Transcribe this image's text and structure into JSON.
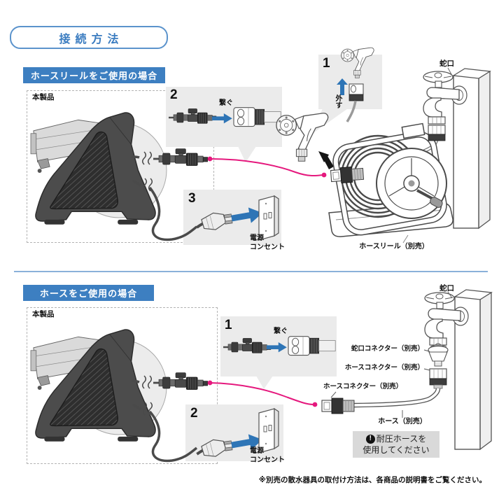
{
  "title": "接続方法",
  "footnote": "※別売の散水器具の取付け方法は、各商品の説明書をご覧ください。",
  "colors": {
    "accent_blue": "#3d7fc1",
    "arrow_blue": "#2e75b6",
    "line_pink": "#e5187d",
    "step_panel_gray": "#ebebeb",
    "warning_gray": "#d9d9d9"
  },
  "section_reel": {
    "heading": "ホースリールをご使用の場合",
    "product_label": "本製品",
    "step_detach": {
      "number": "1",
      "action": "外す"
    },
    "step_connect": {
      "number": "2",
      "action": "繋ぐ"
    },
    "step_power": {
      "number": "3"
    },
    "power_outlet_label": "電源\nコンセント",
    "faucet_label": "蛇口",
    "hose_reel_label": "ホースリール（別売）"
  },
  "section_hose": {
    "heading": "ホースをご使用の場合",
    "product_label": "本製品",
    "step_connect": {
      "number": "1",
      "action": "繋ぐ"
    },
    "step_power": {
      "number": "2"
    },
    "power_outlet_label": "電源\nコンセント",
    "faucet_label": "蛇口",
    "faucet_connector_label": "蛇口コネクター（別売）",
    "hose_connector_label_upper": "ホースコネクター（別売）",
    "hose_connector_label_lower": "ホースコネクター（別売）",
    "hose_label": "ホース（別売）",
    "warning_icon_glyph": "!",
    "warning_line1": "耐圧ホースを",
    "warning_line2": "使用してください"
  }
}
